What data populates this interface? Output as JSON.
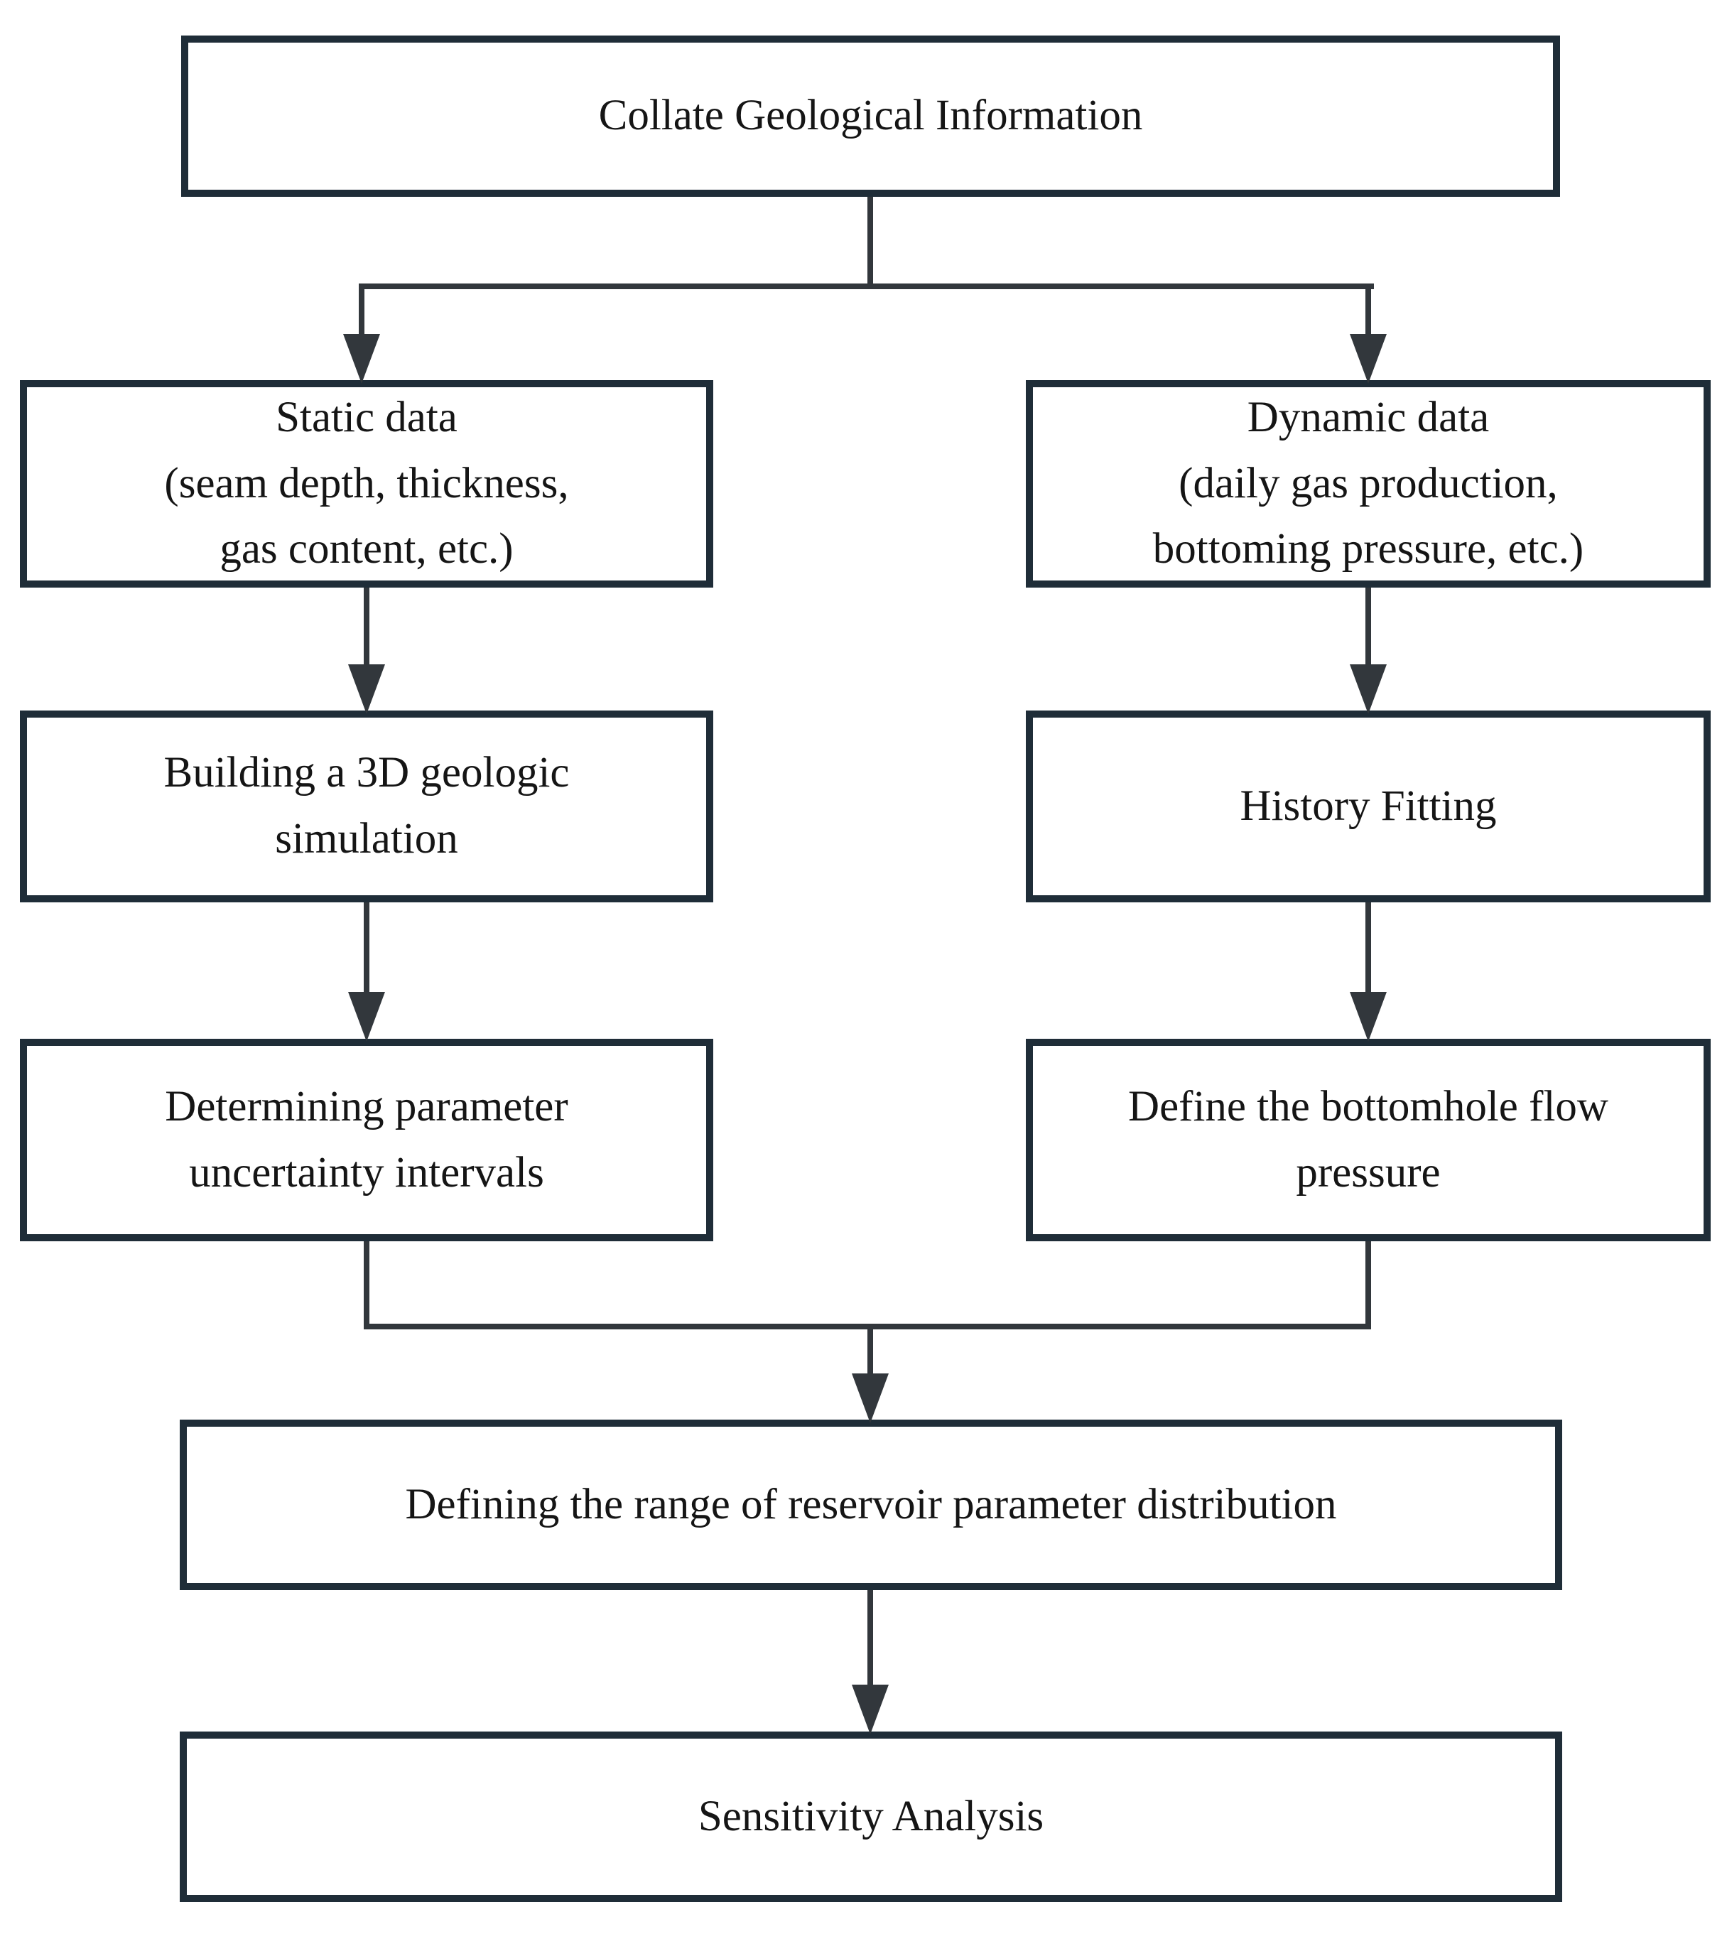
{
  "diagram": {
    "type": "flowchart",
    "colors": {
      "line": "#1f2d38",
      "conn": "#32373c",
      "text": "#151515",
      "bg": "#ffffff"
    },
    "nodes": {
      "collate": {
        "label": "Collate Geological Information"
      },
      "static": {
        "label": "Static data\n(seam depth, thickness,\ngas content, etc.)"
      },
      "dynamic": {
        "label": "Dynamic data\n(daily gas production,\nbottoming pressure, etc.)"
      },
      "build3d": {
        "label": "Building a 3D geologic\nsimulation"
      },
      "history": {
        "label": "History Fitting"
      },
      "uncertainty": {
        "label": "Determining parameter\nuncertainty intervals"
      },
      "bottomhole": {
        "label": "Define the bottomhole flow\npressure"
      },
      "range": {
        "label": "Defining the range of reservoir parameter distribution"
      },
      "sensitivity": {
        "label": "Sensitivity Analysis"
      }
    },
    "edges": [
      {
        "from": "collate",
        "to": "static"
      },
      {
        "from": "collate",
        "to": "dynamic"
      },
      {
        "from": "static",
        "to": "build3d"
      },
      {
        "from": "dynamic",
        "to": "history"
      },
      {
        "from": "build3d",
        "to": "uncertainty"
      },
      {
        "from": "history",
        "to": "bottomhole"
      },
      {
        "from": "uncertainty",
        "to": "range"
      },
      {
        "from": "bottomhole",
        "to": "range"
      },
      {
        "from": "range",
        "to": "sensitivity"
      }
    ]
  }
}
